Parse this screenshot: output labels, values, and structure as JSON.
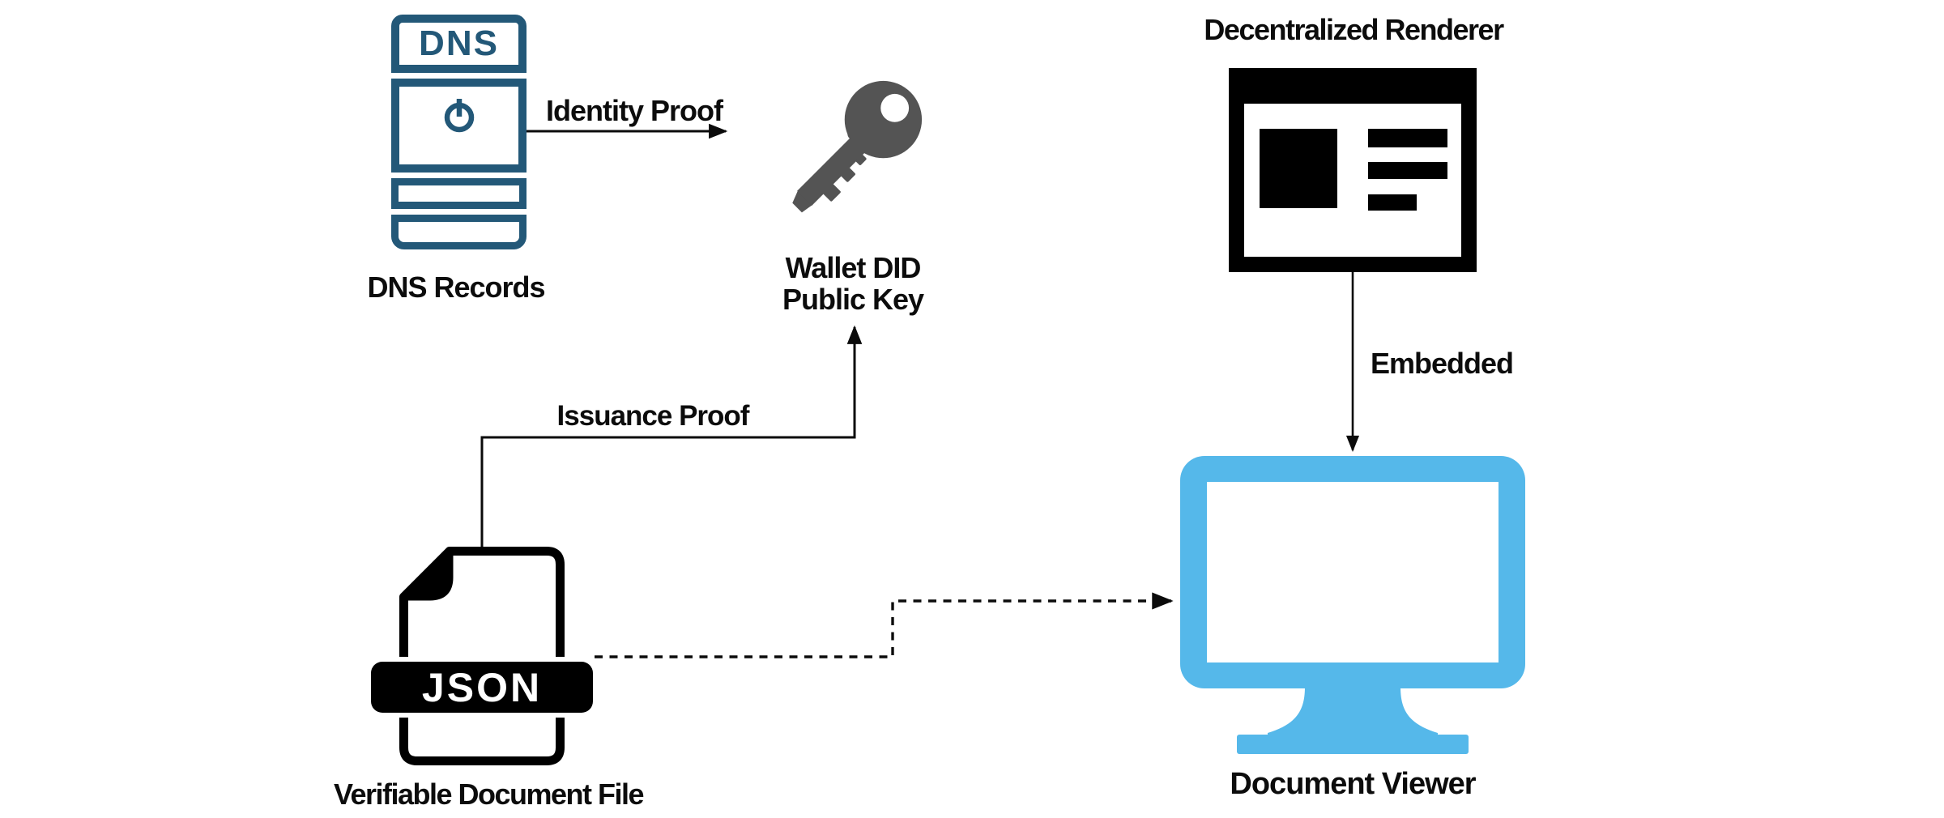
{
  "diagram": {
    "title": "",
    "colors": {
      "bg": "#ffffff",
      "text": "#0c0c0c",
      "ink": "#0b0b0b",
      "dns_blue": "#235878",
      "key_gray": "#545454",
      "monitor_blue": "#55B8EA",
      "renderer_black": "#000000"
    },
    "nodes": {
      "dns": {
        "icon": "server-icon",
        "icon_text": "DNS",
        "label": "DNS Records"
      },
      "wallet_key": {
        "icon": "key-icon",
        "label_line1": "Wallet DID",
        "label_line2": "Public Key"
      },
      "renderer": {
        "icon": "browser-window-icon",
        "label": "Decentralized Renderer"
      },
      "json_file": {
        "icon": "file-icon",
        "badge": "JSON",
        "label": "Verifiable Document File"
      },
      "viewer": {
        "icon": "monitor-icon",
        "label": "Document Viewer"
      }
    },
    "connectors": {
      "identity": {
        "label": "Identity Proof",
        "style": "solid",
        "from": "DNS Records",
        "to": "Wallet DID Public Key"
      },
      "issuance": {
        "label": "Issuance Proof",
        "style": "solid",
        "from": "Verifiable Document File",
        "to": "Wallet DID Public Key"
      },
      "embedded": {
        "label": "Embedded",
        "style": "solid",
        "from": "Decentralized Renderer",
        "to": "Document Viewer"
      },
      "render_doc": {
        "label": "",
        "style": "dashed",
        "from": "Verifiable Document File",
        "to": "Document Viewer"
      }
    }
  }
}
